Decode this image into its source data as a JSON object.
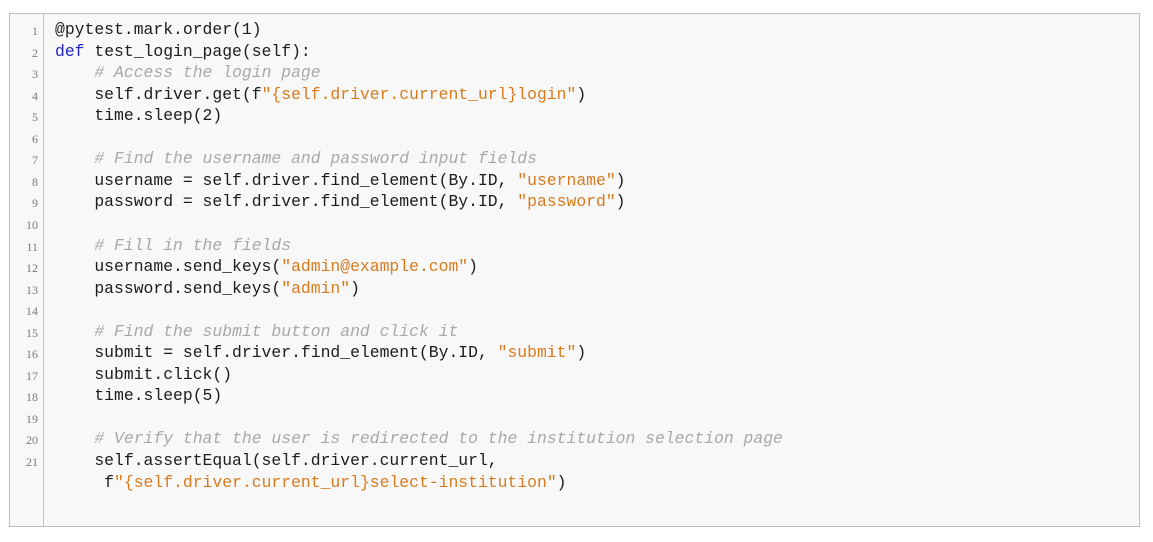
{
  "code_block": {
    "lines": [
      {
        "n": "1",
        "segments": [
          {
            "text": "@pytest.mark.order(1)",
            "type": "plain"
          }
        ]
      },
      {
        "n": "2",
        "segments": [
          {
            "text": "def",
            "type": "kw"
          },
          {
            "text": " test_login_page(self):",
            "type": "plain"
          }
        ]
      },
      {
        "n": "3",
        "segments": [
          {
            "text": "    ",
            "type": "plain"
          },
          {
            "text": "# Access the login page",
            "type": "cm"
          }
        ]
      },
      {
        "n": "4",
        "segments": [
          {
            "text": "    self.driver.get(f",
            "type": "plain"
          },
          {
            "text": "\"{self.driver.current_url}login\"",
            "type": "str"
          },
          {
            "text": ")",
            "type": "plain"
          }
        ]
      },
      {
        "n": "5",
        "segments": [
          {
            "text": "    time.sleep(2)",
            "type": "plain"
          }
        ]
      },
      {
        "n": "6",
        "segments": []
      },
      {
        "n": "7",
        "segments": [
          {
            "text": "    ",
            "type": "plain"
          },
          {
            "text": "# Find the username and password input fields",
            "type": "cm"
          }
        ]
      },
      {
        "n": "8",
        "segments": [
          {
            "text": "    username = self.driver.find_element(By.ID, ",
            "type": "plain"
          },
          {
            "text": "\"username\"",
            "type": "str"
          },
          {
            "text": ")",
            "type": "plain"
          }
        ]
      },
      {
        "n": "9",
        "segments": [
          {
            "text": "    password = self.driver.find_element(By.ID, ",
            "type": "plain"
          },
          {
            "text": "\"password\"",
            "type": "str"
          },
          {
            "text": ")",
            "type": "plain"
          }
        ]
      },
      {
        "n": "10",
        "segments": []
      },
      {
        "n": "11",
        "segments": [
          {
            "text": "    ",
            "type": "plain"
          },
          {
            "text": "# Fill in the fields",
            "type": "cm"
          }
        ]
      },
      {
        "n": "12",
        "segments": [
          {
            "text": "    username.send_keys(",
            "type": "plain"
          },
          {
            "text": "\"admin@example.com\"",
            "type": "str"
          },
          {
            "text": ")",
            "type": "plain"
          }
        ]
      },
      {
        "n": "13",
        "segments": [
          {
            "text": "    password.send_keys(",
            "type": "plain"
          },
          {
            "text": "\"admin\"",
            "type": "str"
          },
          {
            "text": ")",
            "type": "plain"
          }
        ]
      },
      {
        "n": "14",
        "segments": []
      },
      {
        "n": "15",
        "segments": [
          {
            "text": "    ",
            "type": "plain"
          },
          {
            "text": "# Find the submit button and click it",
            "type": "cm"
          }
        ]
      },
      {
        "n": "16",
        "segments": [
          {
            "text": "    submit = self.driver.find_element(By.ID, ",
            "type": "plain"
          },
          {
            "text": "\"submit\"",
            "type": "str"
          },
          {
            "text": ")",
            "type": "plain"
          }
        ]
      },
      {
        "n": "17",
        "segments": [
          {
            "text": "    submit.click()",
            "type": "plain"
          }
        ]
      },
      {
        "n": "18",
        "segments": [
          {
            "text": "    time.sleep(5)",
            "type": "plain"
          }
        ]
      },
      {
        "n": "19",
        "segments": []
      },
      {
        "n": "20",
        "segments": [
          {
            "text": "    ",
            "type": "plain"
          },
          {
            "text": "# Verify that the user is redirected to the institution selection page",
            "type": "cm"
          }
        ]
      },
      {
        "n": "21",
        "segments": [
          {
            "text": "    self.assertEqual(self.driver.current_url,",
            "type": "plain"
          }
        ]
      },
      {
        "n": "",
        "segments": [
          {
            "text": "     f",
            "type": "plain"
          },
          {
            "text": "\"{self.driver.current_url}select-institution\"",
            "type": "str"
          },
          {
            "text": ")",
            "type": "plain"
          }
        ]
      }
    ]
  }
}
